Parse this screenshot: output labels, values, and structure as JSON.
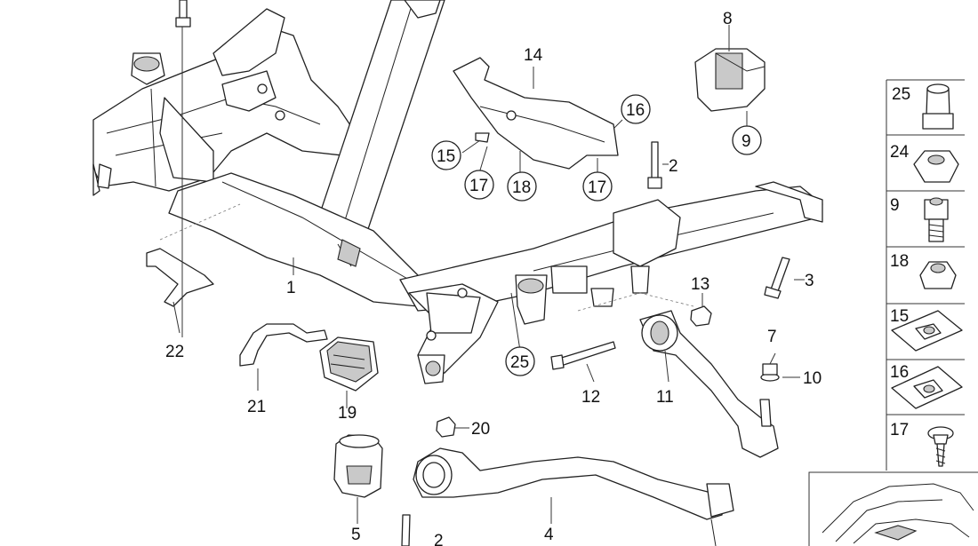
{
  "callouts": {
    "c1": "1",
    "c2": "2",
    "c2b": "2",
    "c3": "3",
    "c4": "4",
    "c5": "5",
    "c7": "7",
    "c8": "8",
    "c9": "9",
    "c10": "10",
    "c11": "11",
    "c12": "12",
    "c13": "13",
    "c14": "14",
    "c15": "15",
    "c16": "16",
    "c17a": "17",
    "c17b": "17",
    "c18": "18",
    "c19": "19",
    "c20": "20",
    "c21": "21",
    "c22": "22",
    "c25": "25"
  },
  "legend_table": {
    "rows": [
      "25",
      "24",
      "9",
      "18",
      "15",
      "16",
      "17"
    ]
  }
}
